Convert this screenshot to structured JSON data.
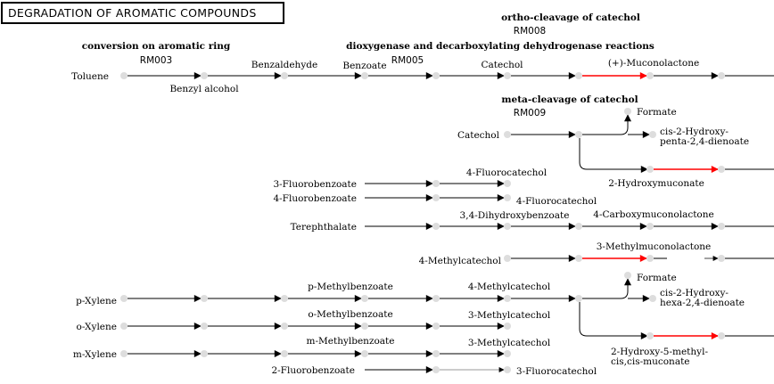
{
  "map_title": "DEGRADATION OF AROMATIC COMPOUNDS",
  "colors": {
    "node": "#dddddd",
    "arrow": "#000000",
    "highlight": "#ff0000"
  },
  "section_headers": {
    "conversion": "conversion on aromatic ring",
    "dioxygenase": "dioxygenase and decarboxylating dehydrogenase reactions",
    "ortho": "ortho-cleavage of catechol",
    "meta": "meta-cleavage of catechol"
  },
  "module_ids": {
    "rm003": "RM003",
    "rm005": "RM005",
    "rm008": "RM008",
    "rm009": "RM009"
  },
  "compounds": {
    "toluene": "Toluene",
    "benzyl_alcohol": "Benzyl alcohol",
    "benzaldehyde": "Benzaldehyde",
    "benzoate": "Benzoate",
    "catechol_1": "Catechol",
    "muconolactone": "(+)-Muconolactone",
    "formate_1": "Formate",
    "catechol_2": "Catechol",
    "cis_hydroxy_penta": "cis-2-Hydroxy-\npenta-2,4-dienoate",
    "hydroxymuconate": "2-Hydroxymuconate",
    "fluorobenzoate_3": "3-Fluorobenzoate",
    "fluorobenzoate_4": "4-Fluorobenzoate",
    "fluorocatechol_4a": "4-Fluorocatechol",
    "fluorocatechol_4b": "4-Fluorocatechol",
    "terephthalate": "Terephthalate",
    "dihydroxybenzoate": "3,4-Dihydroxybenzoate",
    "carboxymuconolactone": "4-Carboxymuconolactone",
    "methylmuconolactone": "3-Methylmuconolactone",
    "methylcatechol_4a": "4-Methylcatechol",
    "formate_2": "Formate",
    "cis_hydroxy_hexa": "cis-2-Hydroxy-\nhexa-2,4-dienoate",
    "p_xylene": "p-Xylene",
    "p_methylbenzoate": "p-Methylbenzoate",
    "methylcatechol_4b": "4-Methylcatechol",
    "o_xylene": "o-Xylene",
    "o_methylbenzoate": "o-Methylbenzoate",
    "methylcatechol_3a": "3-Methylcatechol",
    "m_xylene": "m-Xylene",
    "m_methylbenzoate": "m-Methylbenzoate",
    "methylcatechol_3b": "3-Methylcatechol",
    "hydroxy_methyl_muconate": "2-Hydroxy-5-methyl-\ncis,cis-muconate",
    "fluorobenzoate_2": "2-Fluorobenzoate",
    "fluorocatechol_3": "3-Fluorocatechol"
  }
}
